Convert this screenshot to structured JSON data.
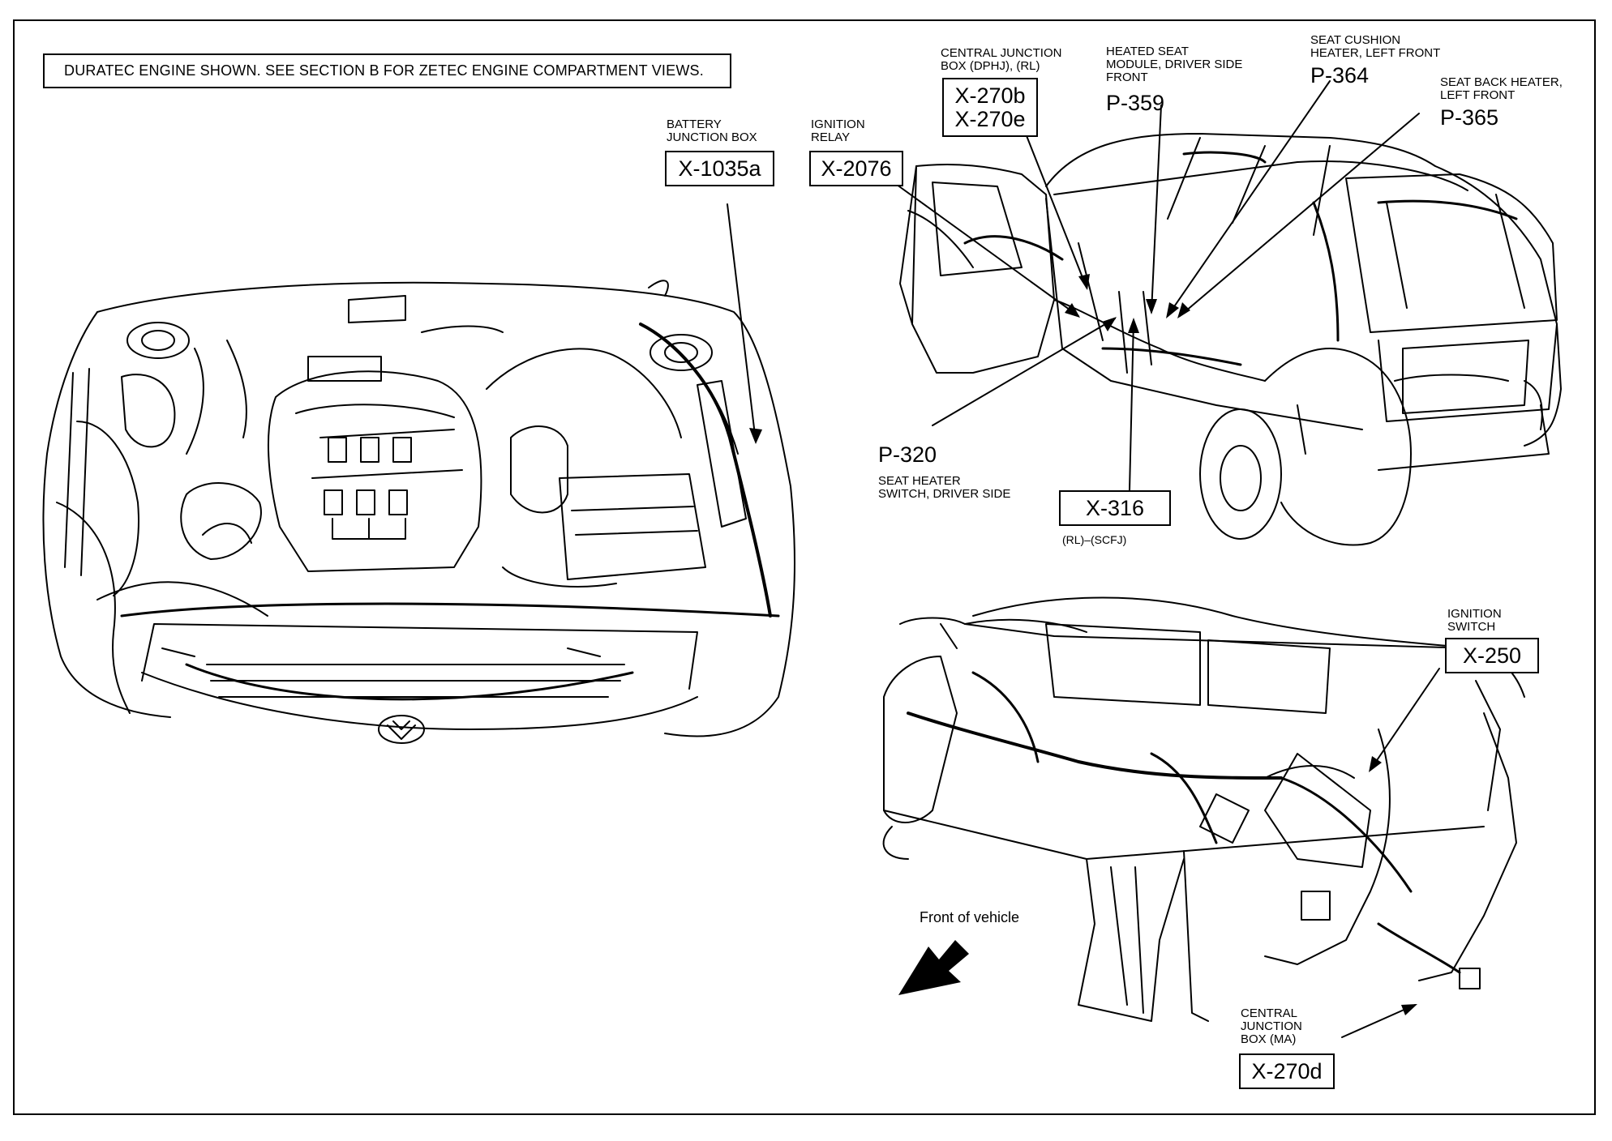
{
  "notice": "DURATEC ENGINE SHOWN. SEE SECTION B FOR ZETEC ENGINE COMPARTMENT VIEWS.",
  "engine_callouts": {
    "battery_junction_box": {
      "caption_1": "BATTERY",
      "caption_2": "JUNCTION BOX",
      "connector": "X-1035a"
    },
    "ignition_relay": {
      "caption_1": "IGNITION",
      "caption_2": "RELAY",
      "connector": "X-2076"
    }
  },
  "interior_callouts": {
    "central_junction_box_dphj": {
      "caption_1": "CENTRAL JUNCTION",
      "caption_2": "BOX (DPHJ), (RL)",
      "connector_1": "X-270b",
      "connector_2": "X-270e"
    },
    "heated_seat_module": {
      "caption_1": "HEATED SEAT",
      "caption_2": "MODULE, DRIVER SIDE",
      "caption_3": "FRONT",
      "connector": "P-359"
    },
    "seat_cushion_heater": {
      "caption_1": "SEAT CUSHION",
      "caption_2": "HEATER, LEFT FRONT",
      "connector": "P-364"
    },
    "seat_back_heater": {
      "caption_1": "SEAT BACK HEATER,",
      "caption_2": "LEFT FRONT",
      "connector": "P-365"
    },
    "seat_heater_switch": {
      "connector": "P-320",
      "caption_1": "SEAT HEATER",
      "caption_2": "SWITCH, DRIVER SIDE"
    },
    "x316": {
      "connector": "X-316",
      "note": "(RL)–(SCFJ)"
    }
  },
  "dash_callouts": {
    "ignition_switch": {
      "caption_1": "IGNITION",
      "caption_2": "SWITCH",
      "connector": "X-250"
    },
    "central_junction_box_ma": {
      "caption_1": "CENTRAL",
      "caption_2": "JUNCTION",
      "caption_3": "BOX (MA)",
      "connector": "X-270d"
    },
    "front_of_vehicle": "Front of vehicle"
  }
}
